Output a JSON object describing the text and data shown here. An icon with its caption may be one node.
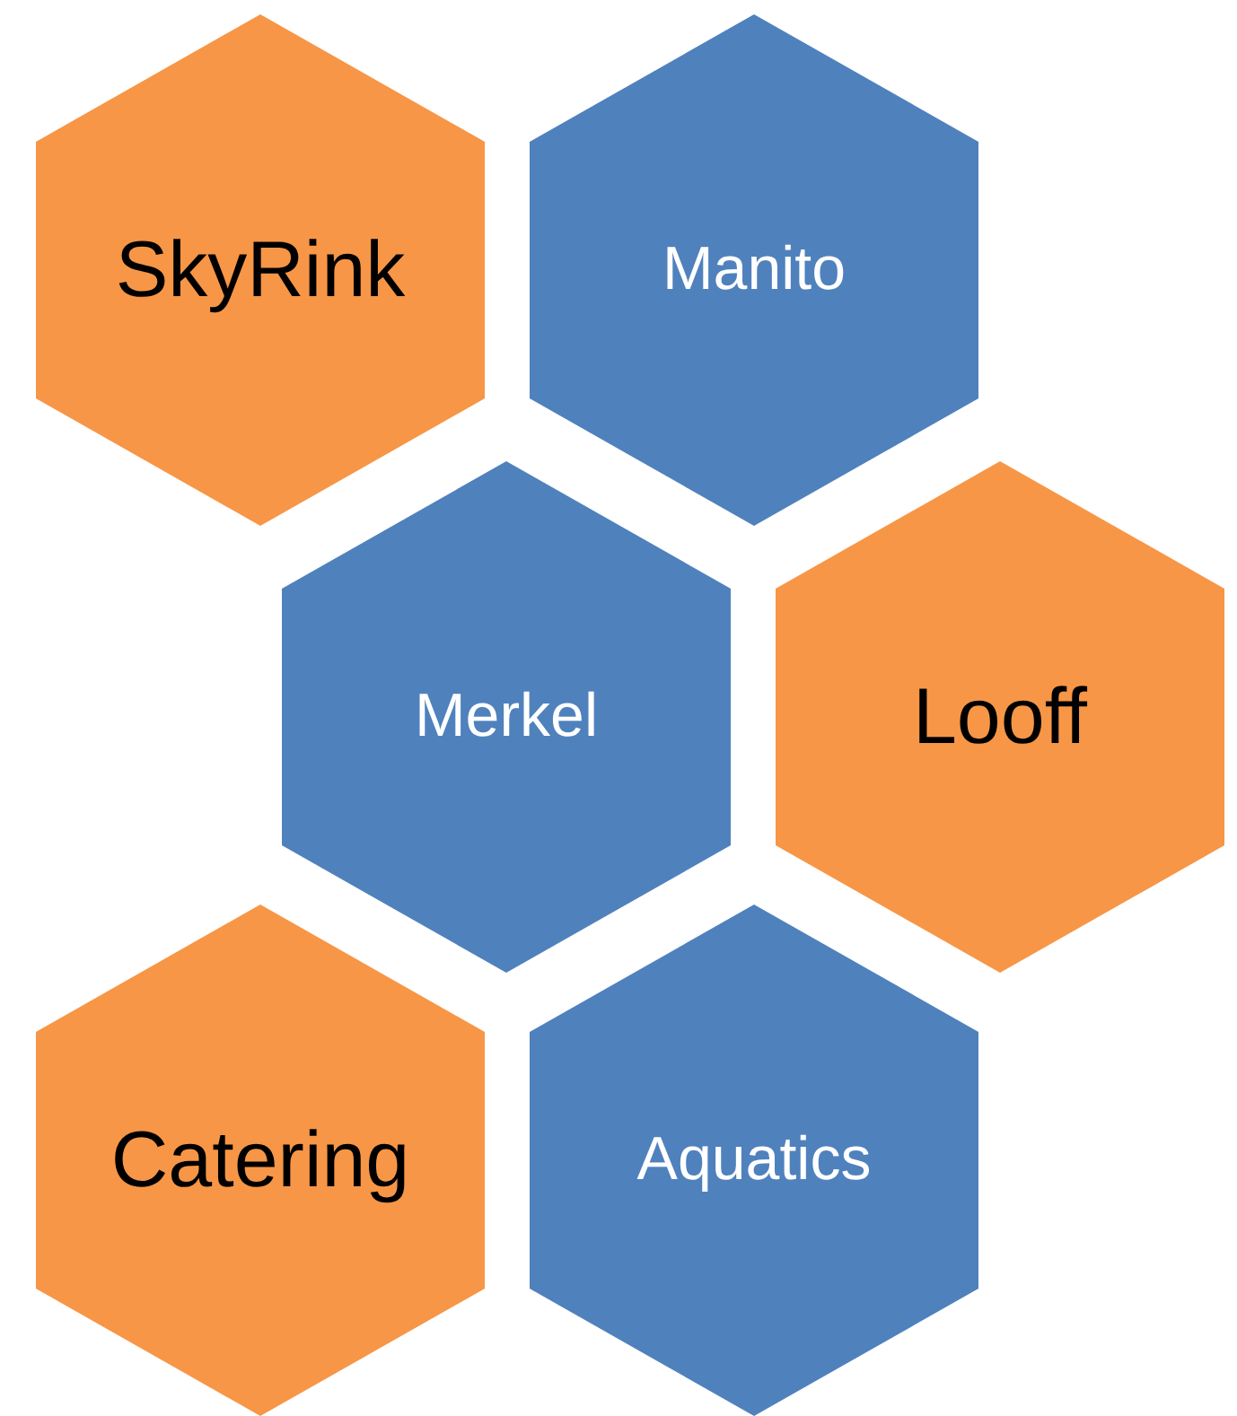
{
  "diagram": {
    "nodes": [
      {
        "text": [
          "SkyRink"
        ]
      },
      {
        "text": [
          "Manito"
        ]
      },
      {
        "text": [
          "Merkel"
        ]
      },
      {
        "text": [
          "Looff"
        ]
      },
      {
        "text": [
          "Catering"
        ]
      },
      {
        "text": [
          "Aquatics"
        ]
      }
    ]
  }
}
